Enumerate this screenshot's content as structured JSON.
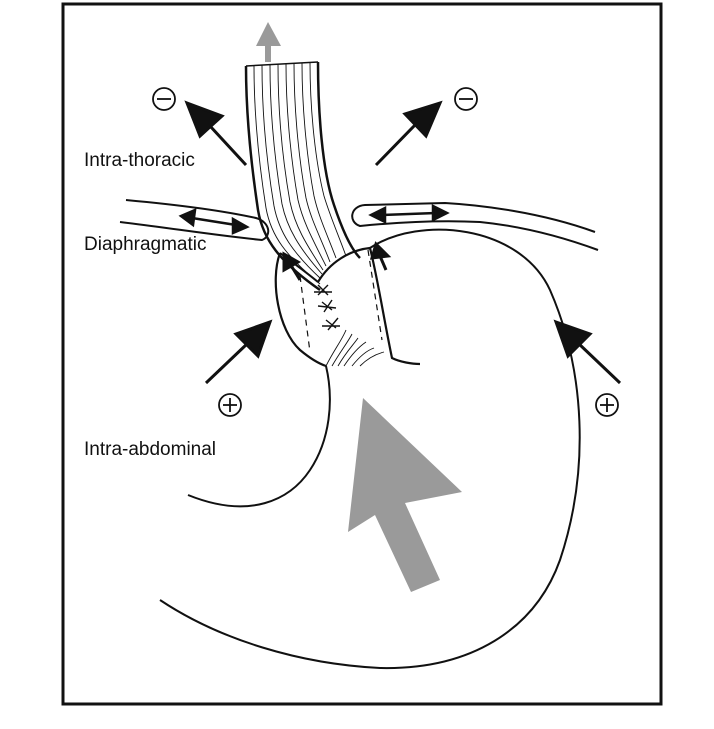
{
  "labels": {
    "intra_thoracic": "Intra-thoracic",
    "diaphragmatic": "Diaphragmatic",
    "intra_abdominal": "Intra-abdominal"
  },
  "symbols": {
    "negative": "minus-circle",
    "positive": "plus-circle"
  },
  "colors": {
    "line": "#111111",
    "gray_arrow": "#9a9a9a",
    "background": "#ffffff"
  }
}
